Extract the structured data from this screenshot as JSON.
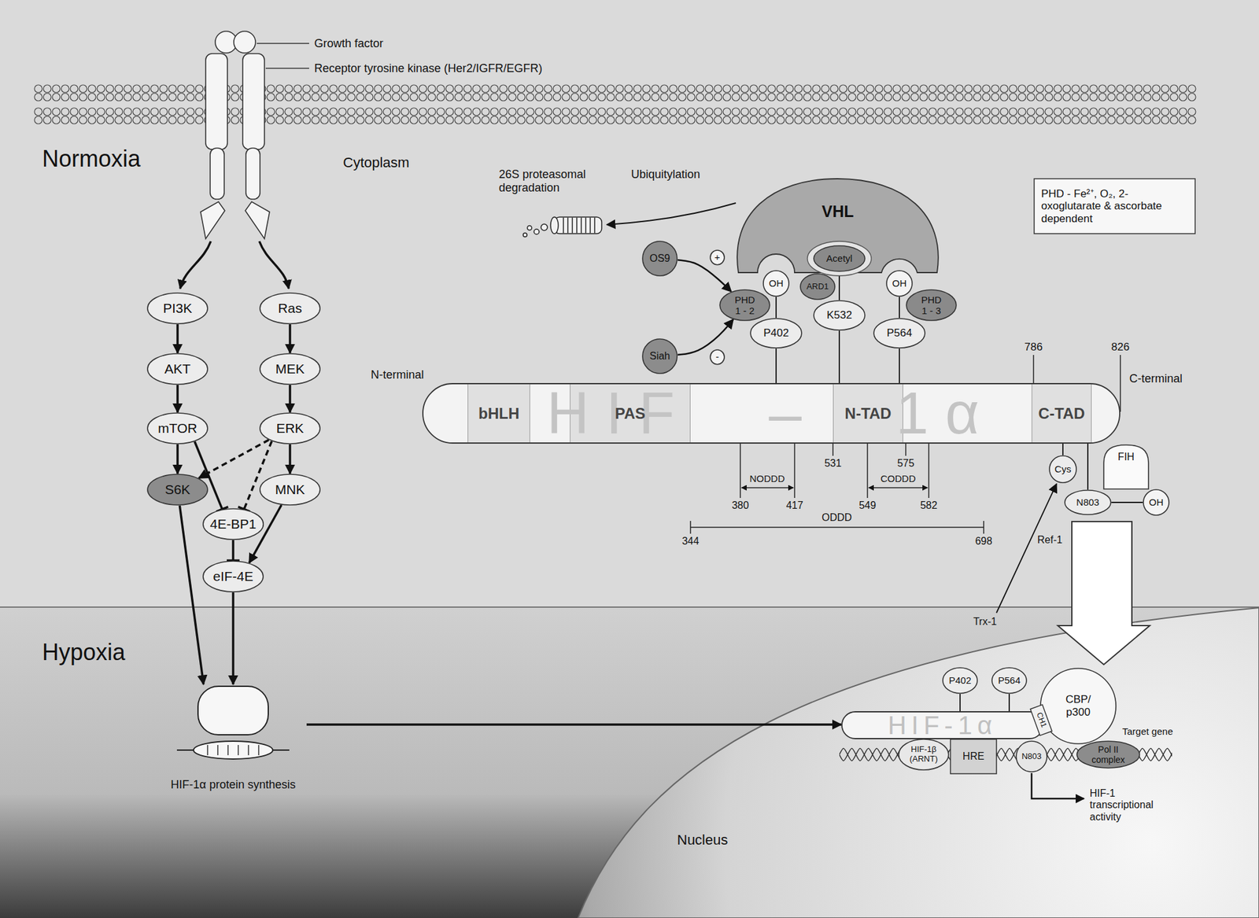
{
  "diagram": {
    "nodes": [
      {
        "text": [
          "PI3K"
        ]
      },
      {
        "text": [
          "Ras"
        ]
      },
      {
        "text": [
          "AKT"
        ]
      },
      {
        "text": [
          "MEK"
        ]
      },
      {
        "text": [
          "mTOR"
        ]
      },
      {
        "text": [
          "ERK"
        ]
      },
      {
        "text": [
          "S6K"
        ]
      },
      {
        "text": [
          "MNK"
        ]
      },
      {
        "text": [
          "4E-BP1"
        ]
      },
      {
        "text": [
          "eIF-4E"
        ]
      },
      {
        "text": [
          "HIF-1α protein synthesis"
        ]
      },
      {
        "text": [
          "VHL"
        ]
      },
      {
        "text": [
          "Acetyl"
        ],
        "in": 11
      },
      {
        "text": [
          "OS9"
        ]
      },
      {
        "text": [
          "+"
        ]
      },
      {
        "text": [
          "OH"
        ]
      },
      {
        "text": [
          "ARD1"
        ]
      },
      {
        "text": [
          "OH"
        ]
      },
      {
        "text": [
          "PHD 1 - 2"
        ]
      },
      {
        "text": [
          "K532"
        ]
      },
      {
        "text": [
          "PHD 1 - 3"
        ]
      },
      {
        "text": [
          "P402"
        ]
      },
      {
        "text": [
          "P564"
        ]
      },
      {
        "text": [
          "Siah"
        ]
      },
      {
        "text": [
          "-"
        ]
      },
      {
        "text": [
          "PHD - Fe²⁺, O₂, 2-oxoglutarate & ascorbate dependent"
        ]
      },
      {
        "text": [
          "HIF – 1α"
        ]
      },
      {
        "text": [
          "bHLH"
        ],
        "in": 26
      },
      {
        "text": [
          "PAS"
        ],
        "in": 26
      },
      {
        "text": [
          "N-TAD"
        ],
        "in": 26
      },
      {
        "text": [
          "C-TAD"
        ],
        "in": 26
      },
      {
        "text": [
          "Cys"
        ]
      },
      {
        "text": [
          "FIH"
        ]
      },
      {
        "text": [
          "N803"
        ]
      },
      {
        "text": [
          "OH"
        ]
      },
      {
        "text": [
          "P402"
        ]
      },
      {
        "text": [
          "P564"
        ]
      },
      {
        "text": [
          "CBP/ p300"
        ]
      },
      {
        "text": [
          "HIF-1α"
        ]
      },
      {
        "text": [
          "CH1"
        ]
      },
      {
        "text": [
          "HIF-1β (ARNT)"
        ]
      },
      {
        "text": [
          "HRE"
        ]
      },
      {
        "text": [
          "N803"
        ]
      },
      {
        "text": [
          "Pol II complex"
        ]
      }
    ],
    "edges": [
      {
        "from": 0,
        "to": 2,
        "arrow": "to"
      },
      {
        "from": 2,
        "to": 4,
        "arrow": "to"
      },
      {
        "from": 4,
        "to": 6,
        "arrow": "to"
      },
      {
        "from": 1,
        "to": 3,
        "arrow": "to"
      },
      {
        "from": 3,
        "to": 5,
        "arrow": "to"
      },
      {
        "from": 5,
        "to": 7,
        "arrow": "to"
      },
      {
        "from": 5,
        "to": 6,
        "arrow": "to"
      },
      {
        "from": 4,
        "to": 8,
        "arrow": "to"
      },
      {
        "from": 5,
        "to": 8,
        "arrow": "to"
      },
      {
        "from": 8,
        "to": 9,
        "arrow": "to"
      },
      {
        "from": 7,
        "to": 9,
        "arrow": "to"
      },
      {
        "from": 6,
        "to": 10,
        "arrow": "to"
      },
      {
        "from": 9,
        "to": 10,
        "arrow": "to"
      },
      {
        "from": 10,
        "to": 38,
        "arrow": "to"
      },
      {
        "from": 13,
        "to": 18,
        "arrow": "to"
      },
      {
        "from": 23,
        "to": 18,
        "arrow": "to"
      },
      {
        "from": 12,
        "to": 19,
        "arrow": "none"
      },
      {
        "from": 15,
        "to": 21,
        "arrow": "none"
      },
      {
        "from": 17,
        "to": 22,
        "arrow": "none"
      },
      {
        "from": 21,
        "to": 26,
        "arrow": "none"
      },
      {
        "from": 19,
        "to": 26,
        "arrow": "none"
      },
      {
        "from": 22,
        "to": 26,
        "arrow": "none"
      },
      {
        "from": 26,
        "to": 31,
        "arrow": "none"
      },
      {
        "from": 26,
        "to": 33,
        "arrow": "none"
      },
      {
        "from": 33,
        "to": 34,
        "arrow": "none"
      },
      {
        "from": 35,
        "to": 38,
        "arrow": "none"
      },
      {
        "from": 36,
        "to": 38,
        "arrow": "none"
      }
    ],
    "labels": [
      "Growth factor",
      "Receptor tyrosine kinase (Her2/IGFR/EGFR)",
      "Normoxia",
      "Cytoplasm",
      "26S proteasomal degradation",
      "Ubiquitylation",
      "786",
      "826",
      "N-terminal",
      "C-terminal",
      "531",
      "575",
      "NODDD",
      "CODDD",
      "380",
      "417",
      "549",
      "582",
      "ODDD",
      "344",
      "698",
      "Ref-1",
      "Trx-1",
      "Hypoxia",
      "Target gene",
      "HIF-1 transcriptional activity",
      "Nucleus"
    ]
  }
}
